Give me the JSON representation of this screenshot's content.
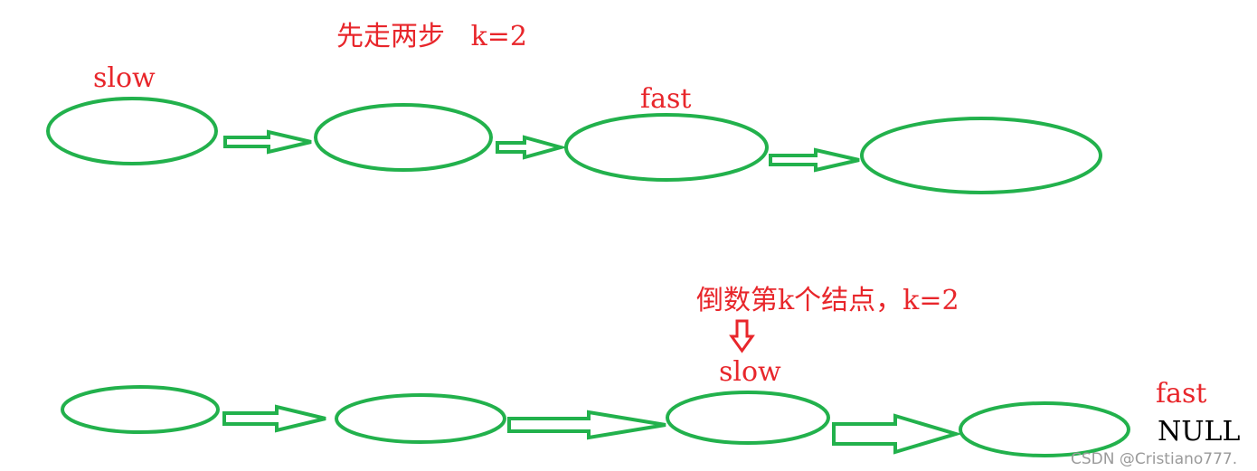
{
  "top": {
    "title": "先走两步   k=2",
    "slow_label": "slow",
    "fast_label": "fast"
  },
  "bottom": {
    "title": "倒数第k个结点，k=2",
    "slow_label": "slow",
    "fast_label": "fast",
    "null_label": "NULL"
  },
  "watermark": "CSDN @Cristiano777.",
  "colors": {
    "node": "#22b14c",
    "label": "#e8262b",
    "null": "#000000"
  }
}
